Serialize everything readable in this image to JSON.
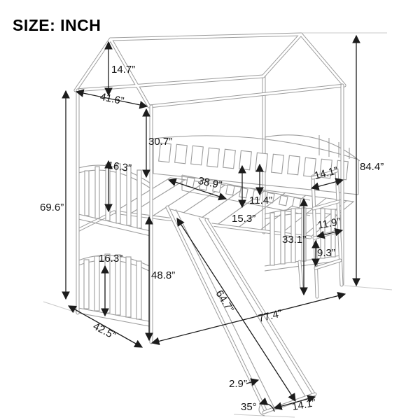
{
  "header": {
    "size_label": "SIZE: INCH"
  },
  "diagram": {
    "unit": "INCH",
    "dimensions": {
      "roof_peak_height": "14.7”",
      "roof_front_width": "41.6”",
      "eave_to_rail": "30.7”",
      "upper_guard_height": "16.3”",
      "left_total_height": "69.6”",
      "bed_width": "38.9”",
      "guard_above_deck": "11.4”",
      "deck_edge_height": "15.3”",
      "ladder_width": "14.1”",
      "total_height": "84.4”",
      "under_loft_height": "33.1”",
      "rung_spacing_upper": "11.9”",
      "rung_spacing_lower": "9.3”",
      "lower_panel_height": "16.3”",
      "floor_to_deck": "48.8”",
      "slide_length": "64.7”",
      "total_length": "77.4”",
      "bed_depth": "42.5”",
      "slide_rail_height": "2.9”",
      "slide_angle": "35°",
      "slide_exit_width": "14.1”"
    }
  }
}
